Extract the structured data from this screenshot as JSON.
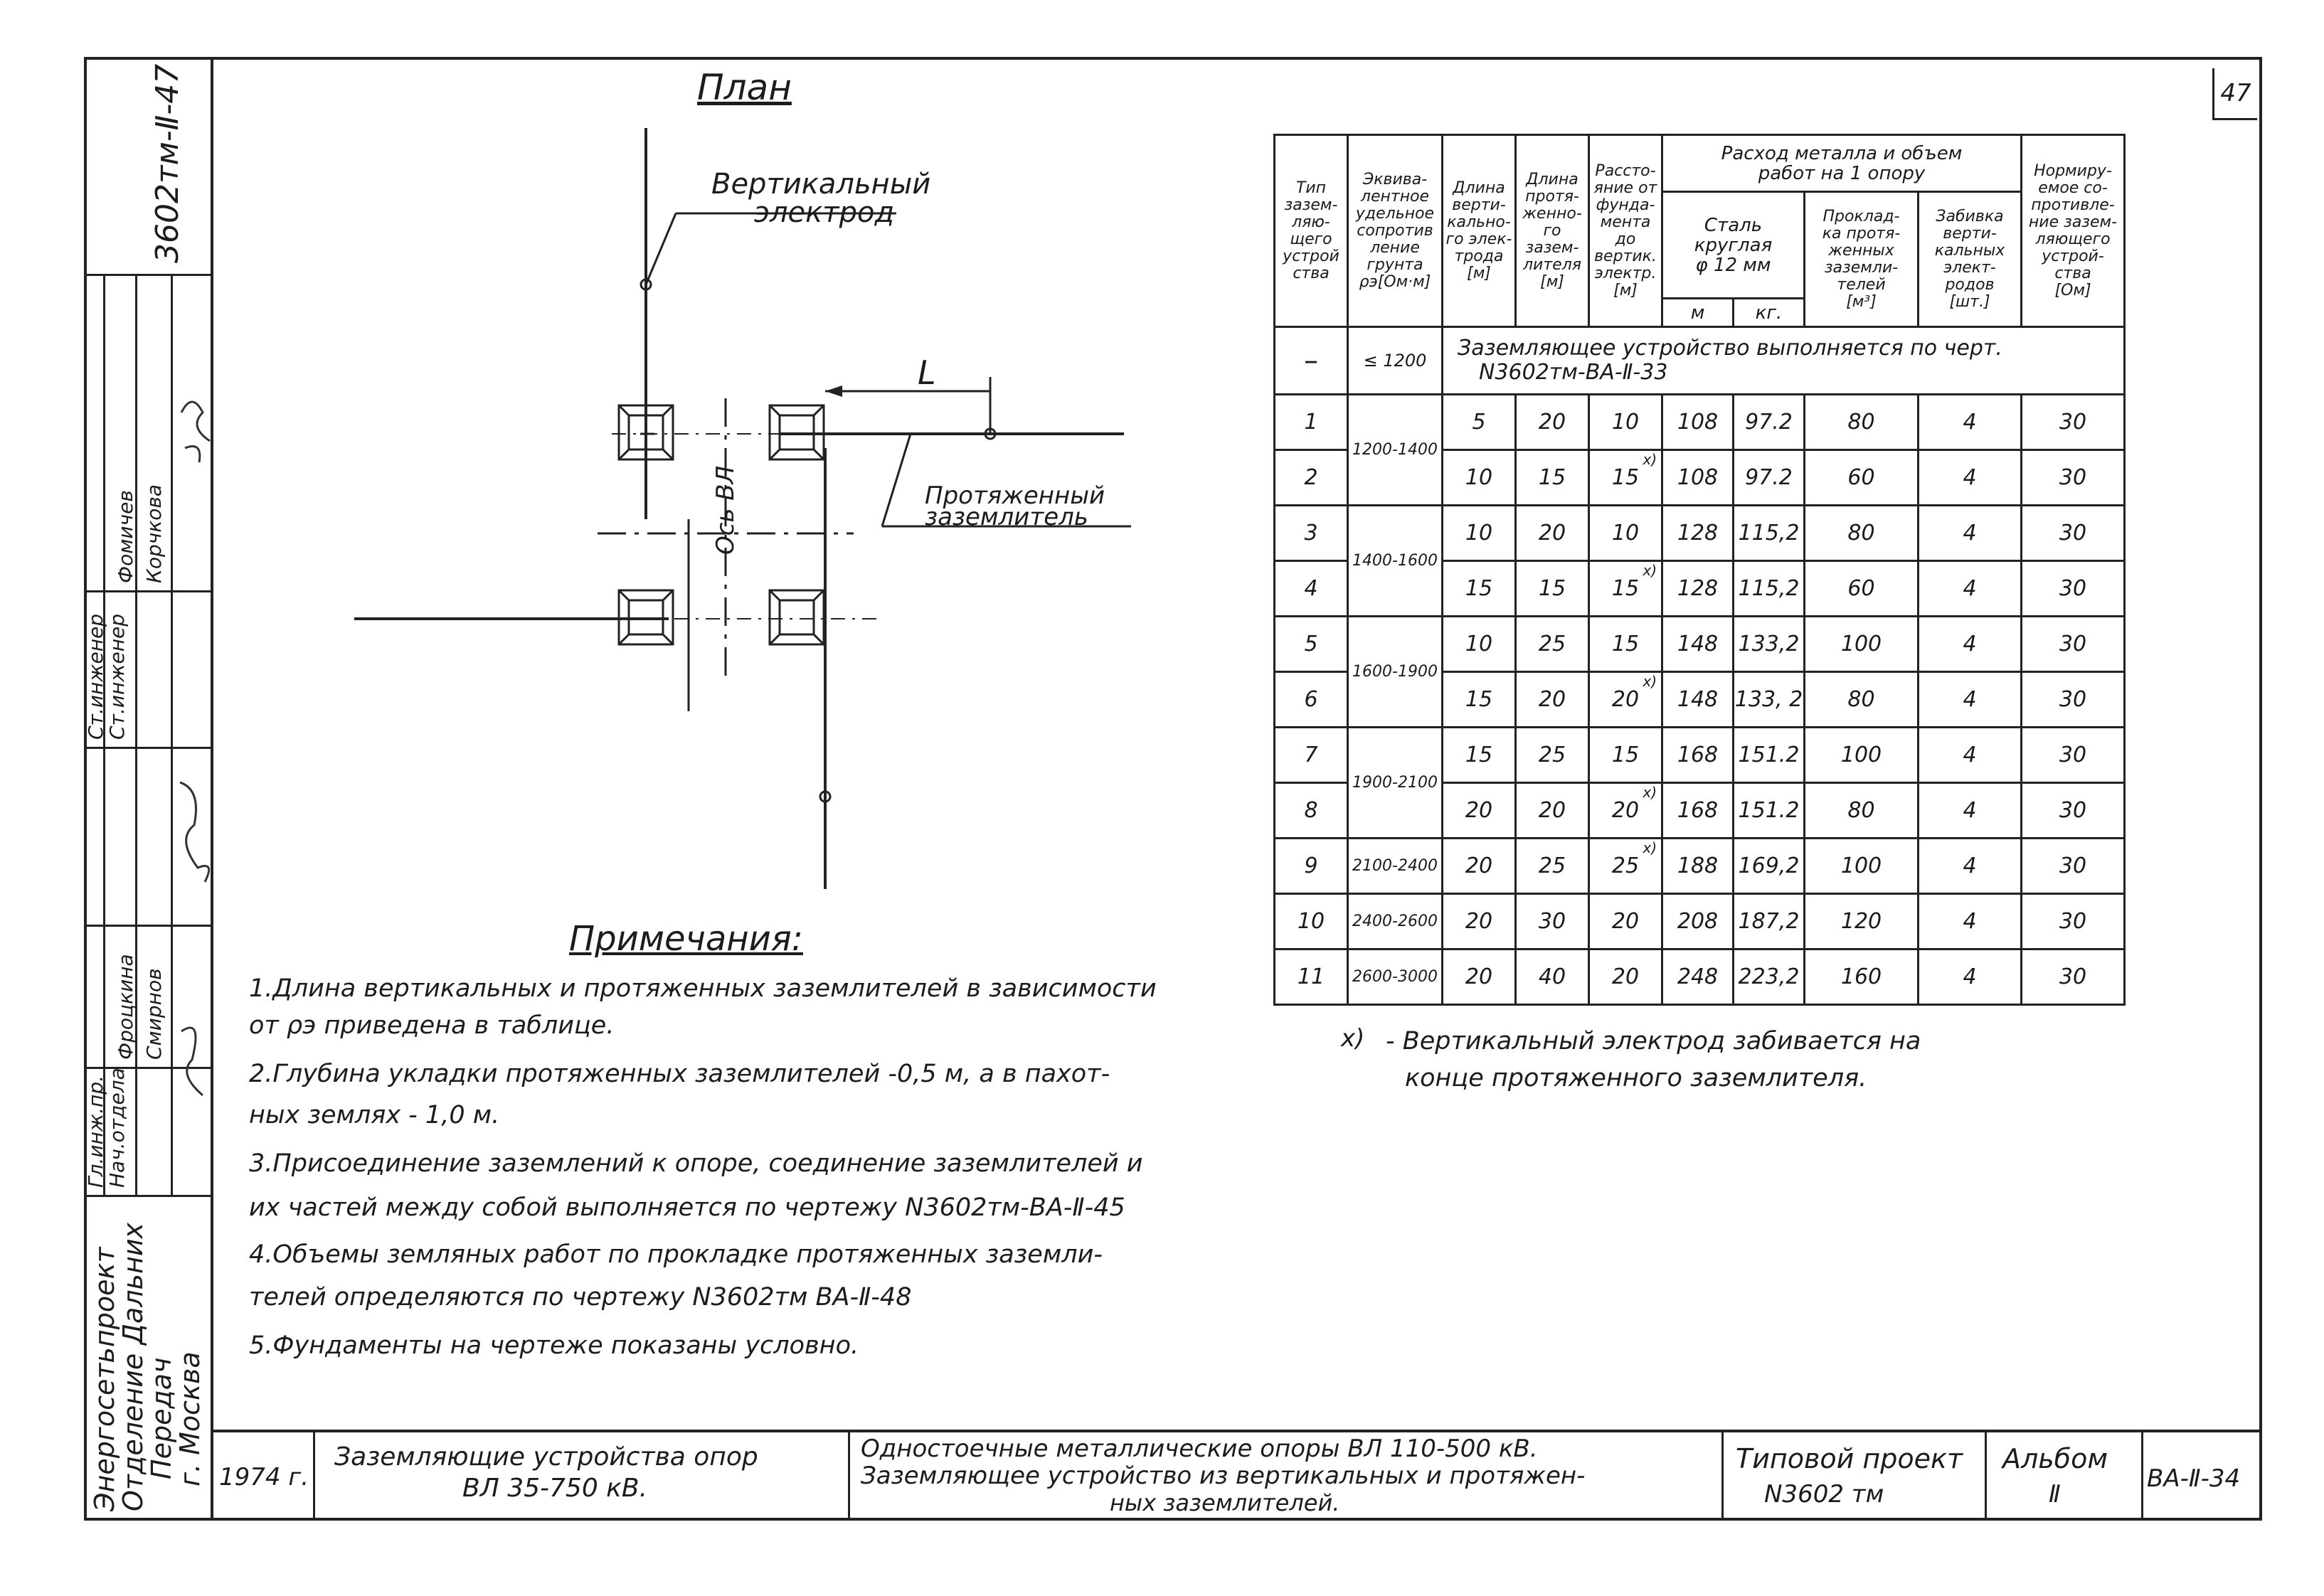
{
  "page_number": "47",
  "side_code": "3602тм-Ⅱ-47",
  "side_org": [
    "Энергосетьпроект",
    "Отделение Дальних",
    "Передач",
    "г. Москва"
  ],
  "side_roles": [
    "Нач.отдела",
    "Гл.инж.пр.",
    "Ст.инженер",
    "Ст.инженер"
  ],
  "side_names": [
    "Смирнов",
    "Фроцкина",
    "Корчкова",
    "Фомичев"
  ],
  "plan": {
    "title": "План",
    "label_vertical": [
      "Вертикальный",
      "электрод"
    ],
    "label_L": "L",
    "label_axis": "Ось ВЛ",
    "label_horizontal": [
      "Протяженный",
      "заземлитель"
    ]
  },
  "notes": {
    "title": "Примечания:",
    "lines": [
      "1.Длина вертикальных и протяженных заземлителей в зависимости",
      "от ρэ приведена в таблице.",
      "2.Глубина укладки протяженных заземлителей -0,5 м, а в пахот-",
      "ных землях - 1,0 м.",
      "3.Присоединение заземлений к опоре, соединение заземлителей и",
      "их частей между собой выполняется по чертежу N3602тм-ВА-Ⅱ-45",
      "4.Объемы земляных работ по прокладке протяженных заземли-",
      "телей определяются по чертежу N3602тм ВА-Ⅱ-48",
      "5.Фундаменты на чертеже показаны условно."
    ]
  },
  "table": {
    "h_type": [
      "Тип",
      "зазем-",
      "ляю-",
      "щего",
      "устрой",
      "ства"
    ],
    "h_equiv": [
      "Эквива-",
      "лентное",
      "удельное",
      "сопротив",
      "ление",
      "грунта",
      "ρэ[Ом·м]"
    ],
    "h_vlen": [
      "Длина",
      "верти-",
      "кально-",
      "го элек-",
      "трода",
      "[м]"
    ],
    "h_hlen": [
      "Длина",
      "протя-",
      "женно-",
      "го",
      "зазем-",
      "лителя",
      "[м]"
    ],
    "h_dist": [
      "Рассто-",
      "яние от",
      "фунда-",
      "мента",
      "до",
      "вертик.",
      "электр.",
      "[м]"
    ],
    "h_group": [
      "Расход металла и объем",
      "работ на 1 опору"
    ],
    "h_steel": [
      "Сталь",
      "круглая",
      "φ 12 мм"
    ],
    "h_m": "м",
    "h_kg": "кг.",
    "h_lay": [
      "Проклад-",
      "ка протя-",
      "женных",
      "заземли-",
      "телей",
      "[м³]"
    ],
    "h_drive": [
      "Забивка",
      "верти-",
      "кальных",
      "элект-",
      "родов",
      "[шт.]"
    ],
    "h_norm": [
      "Нормиру-",
      "емое со-",
      "противле-",
      "ние зазем-",
      "ляющего",
      "устрой-",
      "ства",
      "[Ом]"
    ],
    "row0": {
      "type": "–",
      "equiv": "≤ 1200",
      "text": [
        "Заземляющее устройство выполняется по черт.",
        "N3602тм-ВА-Ⅱ-33"
      ]
    },
    "groups": [
      {
        "equiv": "1200-1400",
        "rows": [
          {
            "type": "1",
            "v": "5",
            "h": "20",
            "d": "10",
            "mark": "",
            "m": "108",
            "kg": "97.2",
            "lay": "80",
            "drive": "4",
            "norm": "30"
          },
          {
            "type": "2",
            "v": "10",
            "h": "15",
            "d": "15",
            "mark": "х)",
            "m": "108",
            "kg": "97.2",
            "lay": "60",
            "drive": "4",
            "norm": "30"
          }
        ]
      },
      {
        "equiv": "1400-1600",
        "rows": [
          {
            "type": "3",
            "v": "10",
            "h": "20",
            "d": "10",
            "mark": "",
            "m": "128",
            "kg": "115,2",
            "lay": "80",
            "drive": "4",
            "norm": "30"
          },
          {
            "type": "4",
            "v": "15",
            "h": "15",
            "d": "15",
            "mark": "х)",
            "m": "128",
            "kg": "115,2",
            "lay": "60",
            "drive": "4",
            "norm": "30"
          }
        ]
      },
      {
        "equiv": "1600-1900",
        "rows": [
          {
            "type": "5",
            "v": "10",
            "h": "25",
            "d": "15",
            "mark": "",
            "m": "148",
            "kg": "133,2",
            "lay": "100",
            "drive": "4",
            "norm": "30"
          },
          {
            "type": "6",
            "v": "15",
            "h": "20",
            "d": "20",
            "mark": "х)",
            "m": "148",
            "kg": "133, 2",
            "lay": "80",
            "drive": "4",
            "norm": "30"
          }
        ]
      },
      {
        "equiv": "1900-2100",
        "rows": [
          {
            "type": "7",
            "v": "15",
            "h": "25",
            "d": "15",
            "mark": "",
            "m": "168",
            "kg": "151.2",
            "lay": "100",
            "drive": "4",
            "norm": "30"
          },
          {
            "type": "8",
            "v": "20",
            "h": "20",
            "d": "20",
            "mark": "х)",
            "m": "168",
            "kg": "151.2",
            "lay": "80",
            "drive": "4",
            "norm": "30"
          }
        ]
      },
      {
        "equiv": "2100-2400",
        "rows": [
          {
            "type": "9",
            "v": "20",
            "h": "25",
            "d": "25",
            "mark": "х)",
            "m": "188",
            "kg": "169,2",
            "lay": "100",
            "drive": "4",
            "norm": "30"
          }
        ]
      },
      {
        "equiv": "2400-2600",
        "rows": [
          {
            "type": "10",
            "v": "20",
            "h": "30",
            "d": "20",
            "mark": "",
            "m": "208",
            "kg": "187,2",
            "lay": "120",
            "drive": "4",
            "norm": "30"
          }
        ]
      },
      {
        "equiv": "2600-3000",
        "rows": [
          {
            "type": "11",
            "v": "20",
            "h": "40",
            "d": "20",
            "mark": "",
            "m": "248",
            "kg": "223,2",
            "lay": "160",
            "drive": "4",
            "norm": "30"
          }
        ]
      }
    ]
  },
  "footnote": {
    "mark": "х)",
    "lines": [
      "- Вертикальный электрод забивается на",
      "конце протяженного заземлителя."
    ]
  },
  "titleblock": {
    "year": "1974 г.",
    "name": [
      "Заземляющие устройства опор",
      "ВЛ 35-750 кВ."
    ],
    "desc": [
      "Одностоечные металлические опоры ВЛ 110-500 кВ.",
      "Заземляющее устройство из вертикальных и протяжен-",
      "ных заземлителей."
    ],
    "project": [
      "Типовой проект",
      "N3602 тм"
    ],
    "album": [
      "Альбом",
      "Ⅱ"
    ],
    "sheet": "ВА-Ⅱ-34"
  }
}
